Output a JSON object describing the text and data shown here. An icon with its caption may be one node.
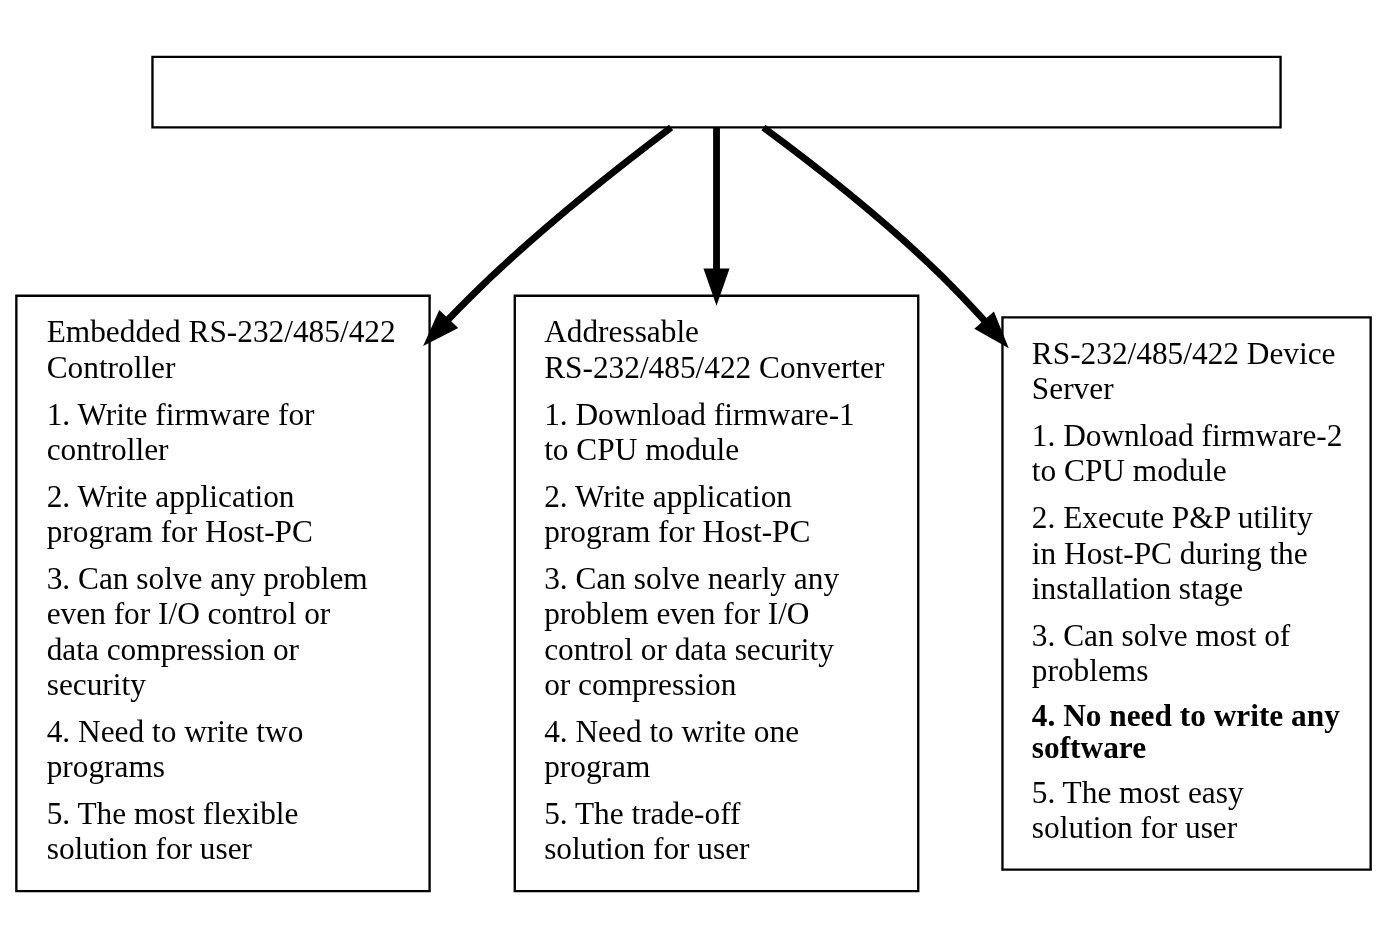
{
  "diagram": {
    "nodes": [
      {
        "text": [],
        "shape": "box"
      },
      {
        "text": [
          "Embedded RS-232/485/422 Controller",
          "1. Write firmware for controller",
          "2. Write application program for Host-PC",
          "3. Can solve any problem even for I/O control or data compression or security",
          "4. Need to write two programs",
          "5. The most flexible solution for user"
        ]
      },
      {
        "text": [
          "Addressable RS-232/485/422 Converter",
          "1. Download firmware-1 to CPU module",
          "2. Write application program for Host-PC",
          "3. Can solve nearly any problem even for I/O control or data security or compression",
          "4. Need to write one program",
          "5. The trade-off solution for user"
        ]
      },
      {
        "text": [
          "RS-232/485/422 Device Server",
          "1. Download firmware-2 to CPU module",
          "2. Execute P&P utility in Host-PC during the installation stage",
          "3. Can solve most of problems",
          "**4. No need to write any software**",
          "5. The most easy solution for user"
        ]
      }
    ],
    "edges": [
      {
        "from": 0,
        "to": 1,
        "arrow": "to"
      },
      {
        "from": 0,
        "to": 2,
        "arrow": "to"
      },
      {
        "from": 0,
        "to": 3,
        "arrow": "to"
      }
    ]
  }
}
